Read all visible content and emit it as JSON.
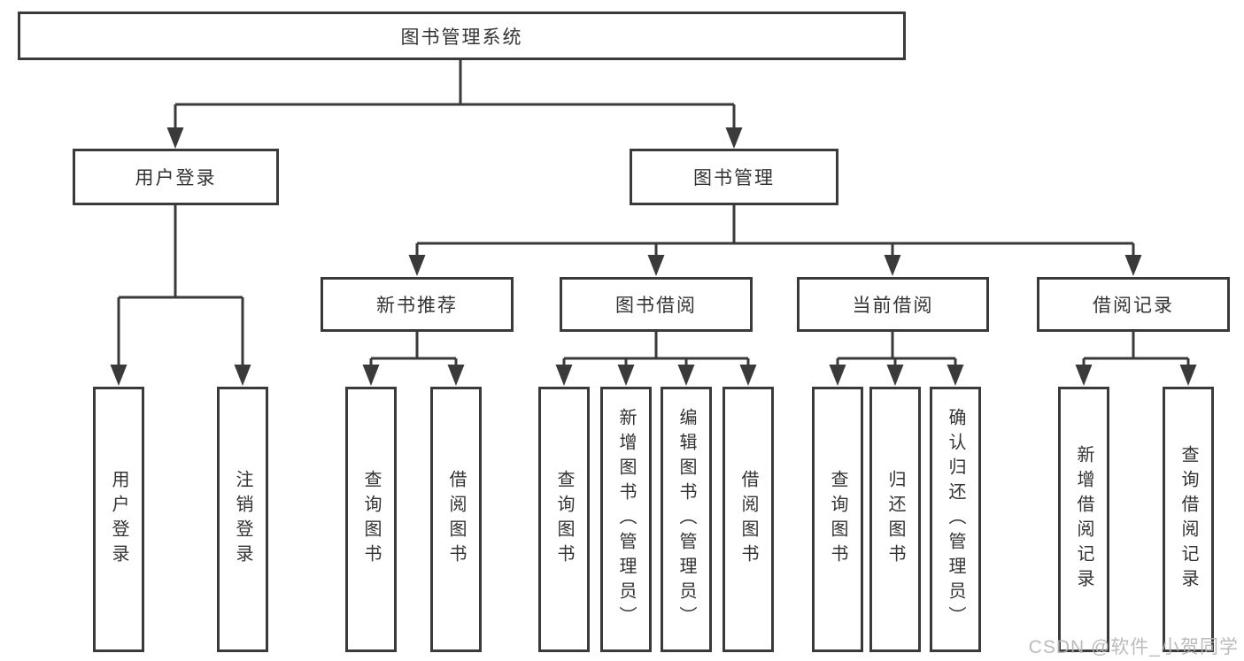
{
  "colors": {
    "line": "#3a3a3a",
    "box_border": "#3a3a3a",
    "text": "#333333",
    "background": "#ffffff",
    "watermark": "#b4b4b4"
  },
  "watermark": "CSDN @软件_小贺同学",
  "tree": {
    "root": {
      "label": "图书管理系统"
    },
    "level2": [
      {
        "label": "用户登录",
        "children": [
          {
            "label": "用户登录"
          },
          {
            "label": "注销登录"
          }
        ]
      },
      {
        "label": "图书管理"
      }
    ],
    "level3": [
      {
        "label": "新书推荐",
        "children": [
          {
            "label": "查询图书"
          },
          {
            "label": "借阅图书"
          }
        ]
      },
      {
        "label": "图书借阅",
        "children": [
          {
            "label": "查询图书"
          },
          {
            "label": "新增图书（管理员）"
          },
          {
            "label": "编辑图书（管理员）"
          },
          {
            "label": "借阅图书"
          }
        ]
      },
      {
        "label": "当前借阅",
        "children": [
          {
            "label": "查询图书"
          },
          {
            "label": "归还图书"
          },
          {
            "label": "确认归还（管理员）"
          }
        ]
      },
      {
        "label": "借阅记录",
        "children": [
          {
            "label": "新增借阅记录"
          },
          {
            "label": "查询借阅记录"
          }
        ]
      }
    ]
  }
}
